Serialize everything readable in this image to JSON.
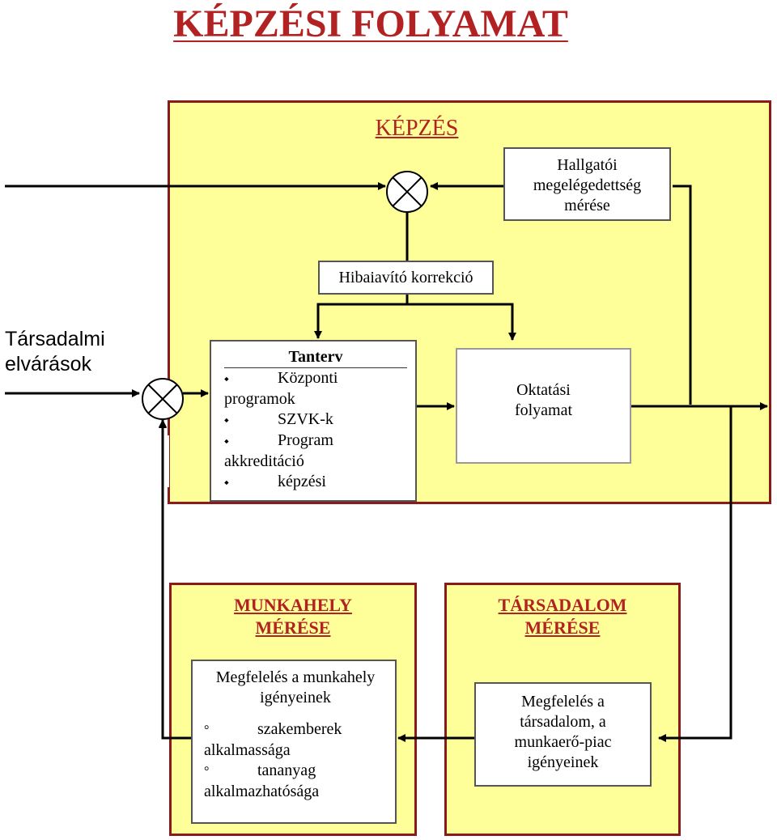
{
  "title": "KÉPZÉSI FOLYAMAT",
  "input_label": [
    "Társadalmi",
    "elvárások"
  ],
  "kepzes": {
    "title": "KÉPZÉS",
    "satisfaction_box": [
      "Hallgatói",
      "megelégedettség",
      "mérése"
    ],
    "correction_box": "Hibaiavító korrekció",
    "tanterv": {
      "heading": "Tanterv",
      "bullet_symbol": "⬩",
      "items": [
        [
          "Központi",
          "programok"
        ],
        [
          "SZVK-k"
        ],
        [
          "Program",
          "akkreditáció"
        ],
        [
          "képzési"
        ]
      ]
    },
    "oktatasi_box": [
      "Oktatási",
      "folyamat"
    ]
  },
  "munkahely": {
    "title": [
      "MUNKAHELY",
      "MÉRÉSE"
    ],
    "box_heading": [
      "Megfelelés a munkahely",
      "igényeinek"
    ],
    "bullet_symbol": "°",
    "items": [
      [
        "szakemberek",
        "alkalmassága"
      ],
      [
        "tananyag",
        "alkalmazhatósága"
      ]
    ]
  },
  "tarsadalom": {
    "title": [
      "TÁRSADALOM",
      "MÉRÉSE"
    ],
    "box_text": [
      "Megfelelés a",
      "társadalom, a",
      "munkaerő-piac",
      "igényeinek"
    ]
  },
  "colors": {
    "panel_fill": "#ffff99",
    "panel_border": "#8b1a1a",
    "title_red": "#b22222"
  }
}
